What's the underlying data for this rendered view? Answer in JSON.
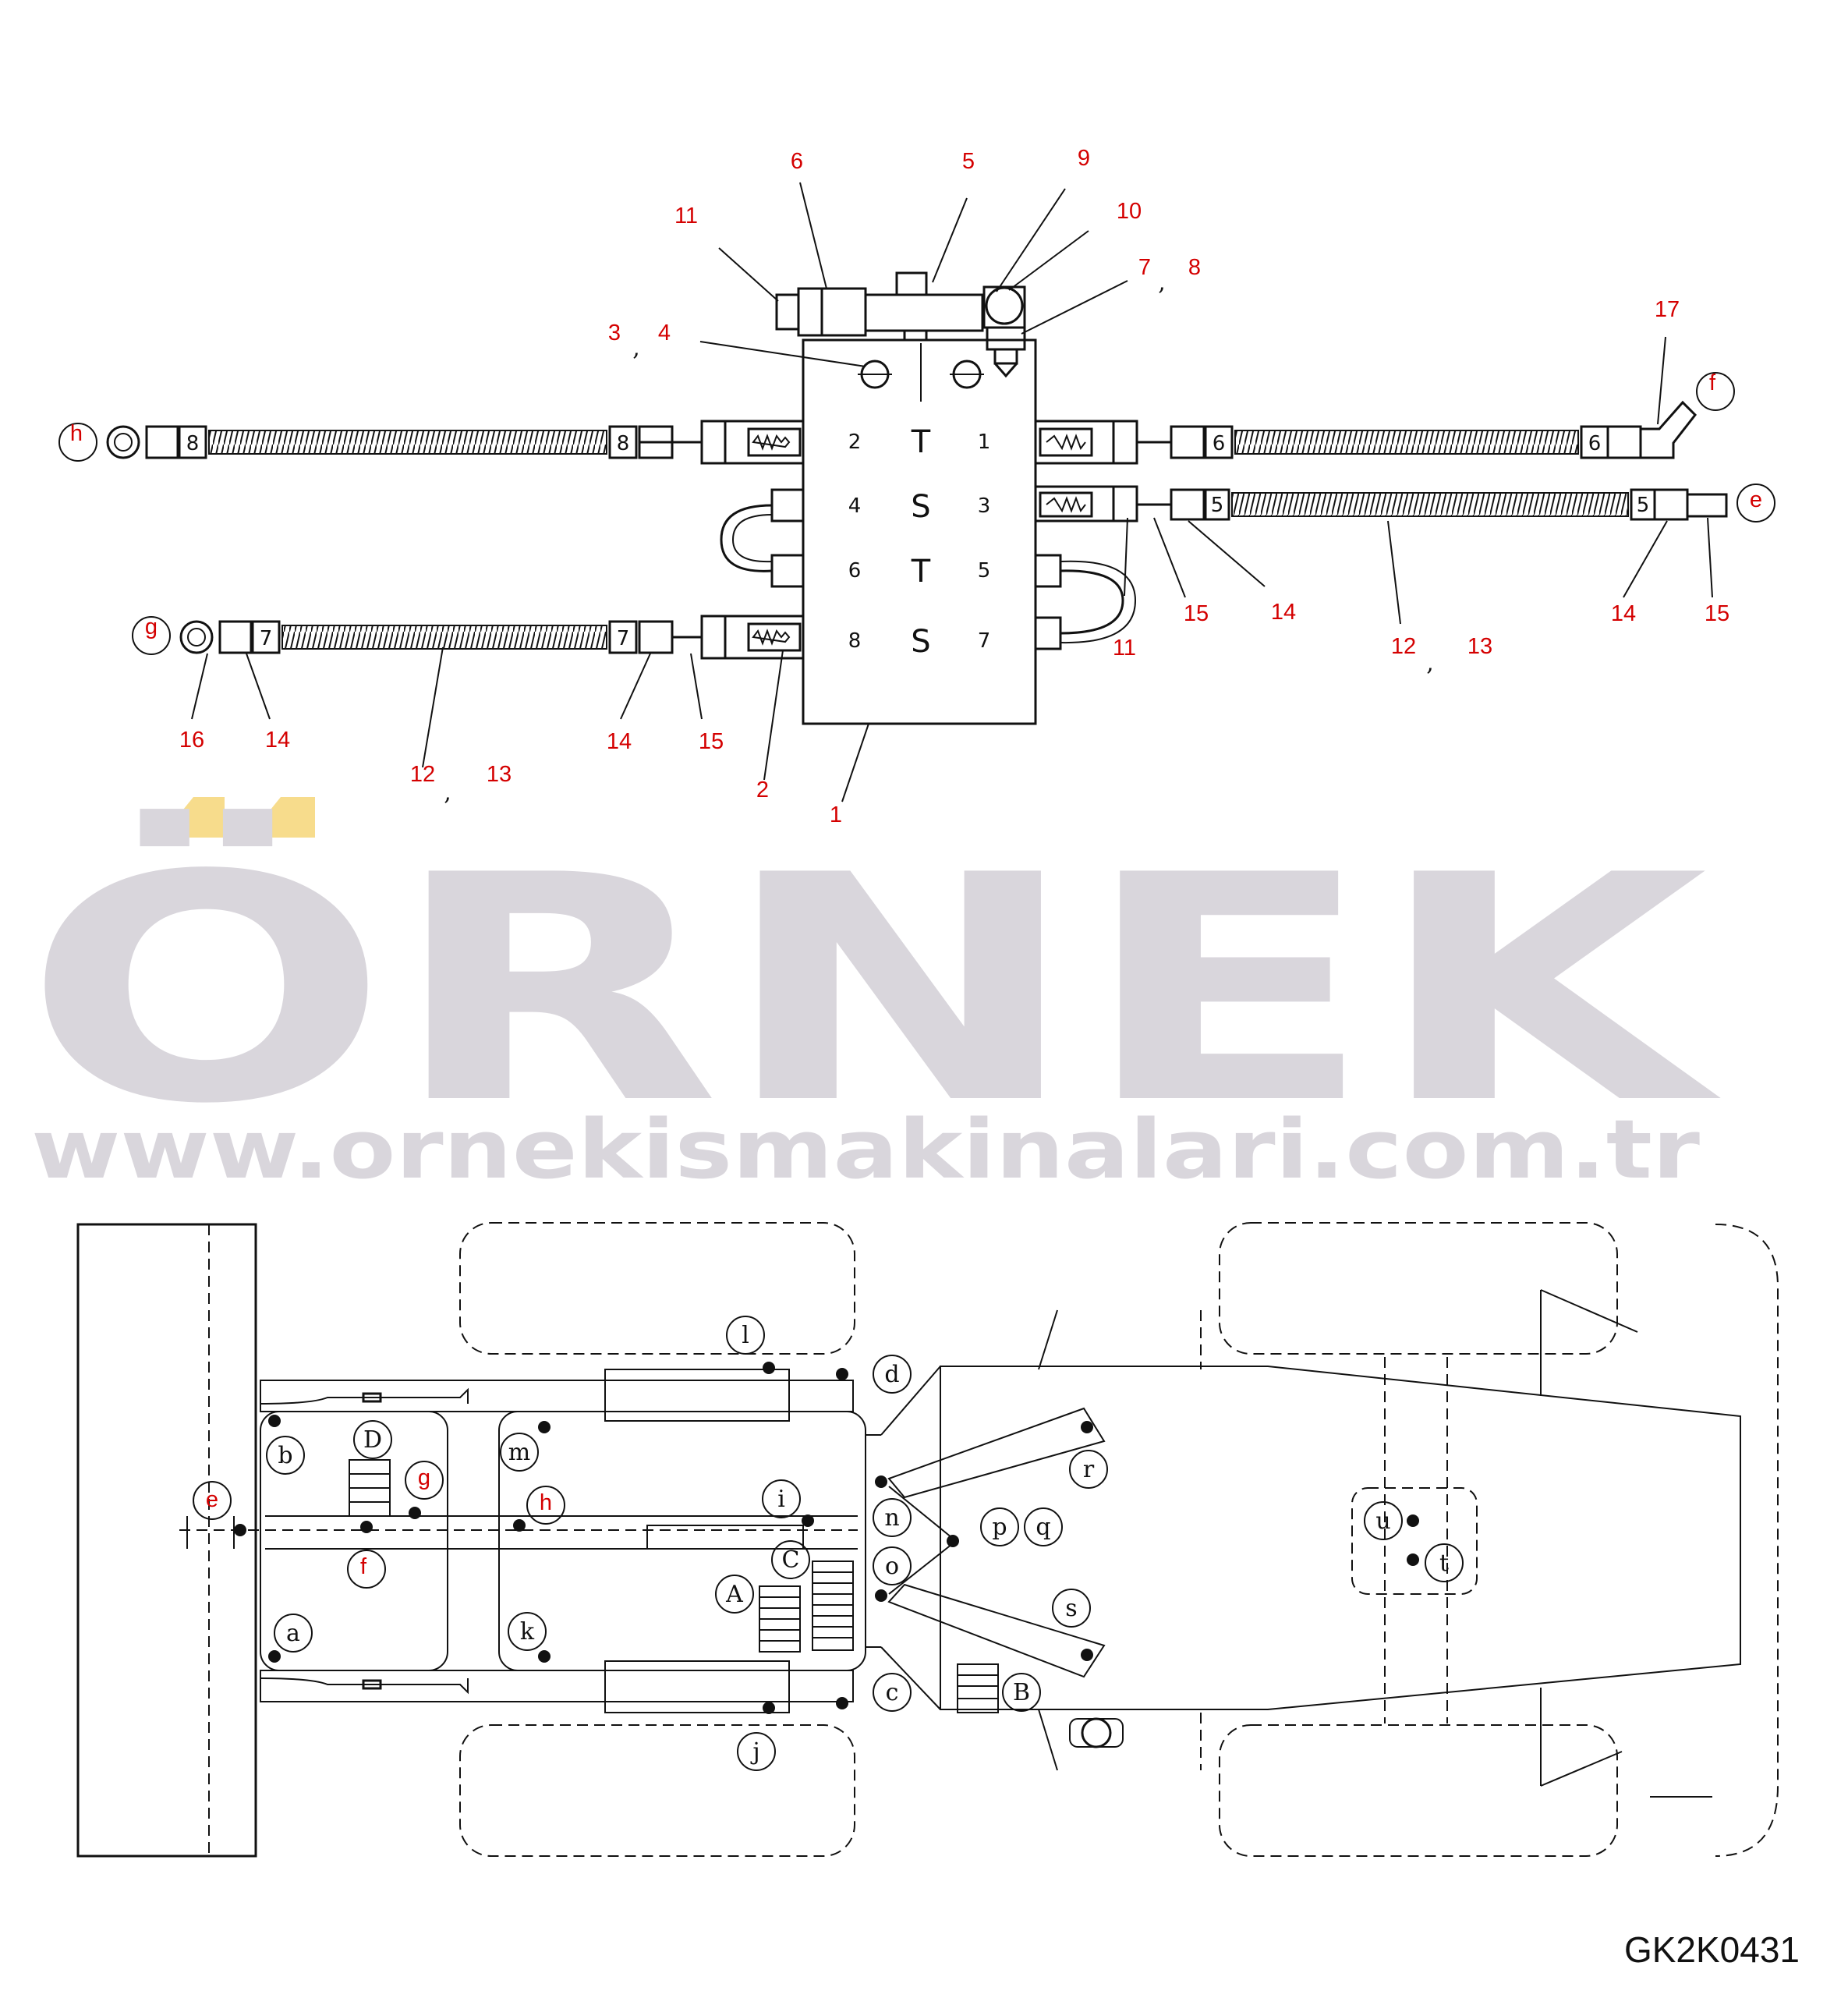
{
  "drawing_code": "GK2K0431",
  "watermark": {
    "brand": "ÖRNEK",
    "url": "www.ornekismakinalari.com.tr",
    "accent_color": "#f7dc8c",
    "text_color": "#d9d6dc"
  },
  "label_color": "#d40000",
  "callouts": {
    "n1": "1",
    "n2": "2",
    "n3": "3",
    "n4": "4",
    "n5": "5",
    "n6": "6",
    "n7": "7",
    "n8": "8",
    "n9": "9",
    "n10": "10",
    "n11": "11",
    "n12": "12",
    "n13": "13",
    "n14": "14",
    "n15": "15",
    "n16": "16",
    "n17": "17",
    "comma": ","
  },
  "valve_ports": {
    "p1": "1",
    "p2": "2",
    "p3": "3",
    "p4": "4",
    "p5": "5",
    "p6": "6",
    "p7": "7",
    "p8": "8",
    "T": "T",
    "S": "S"
  },
  "hose_tags": {
    "t5": "5",
    "t6": "6",
    "t7": "7",
    "t8": "8"
  },
  "hose_ends": {
    "e": "e",
    "f": "f",
    "g": "g",
    "h": "h"
  },
  "machine_points": {
    "a": "a",
    "b": "b",
    "c": "c",
    "d": "d",
    "e": "e",
    "f": "f",
    "g": "g",
    "h": "h",
    "i": "i",
    "j": "j",
    "k": "k",
    "l": "l",
    "m": "m",
    "n": "n",
    "o": "o",
    "p": "p",
    "q": "q",
    "r": "r",
    "s": "s",
    "t": "t",
    "u": "u",
    "A": "A",
    "B": "B",
    "C": "C",
    "D": "D"
  }
}
